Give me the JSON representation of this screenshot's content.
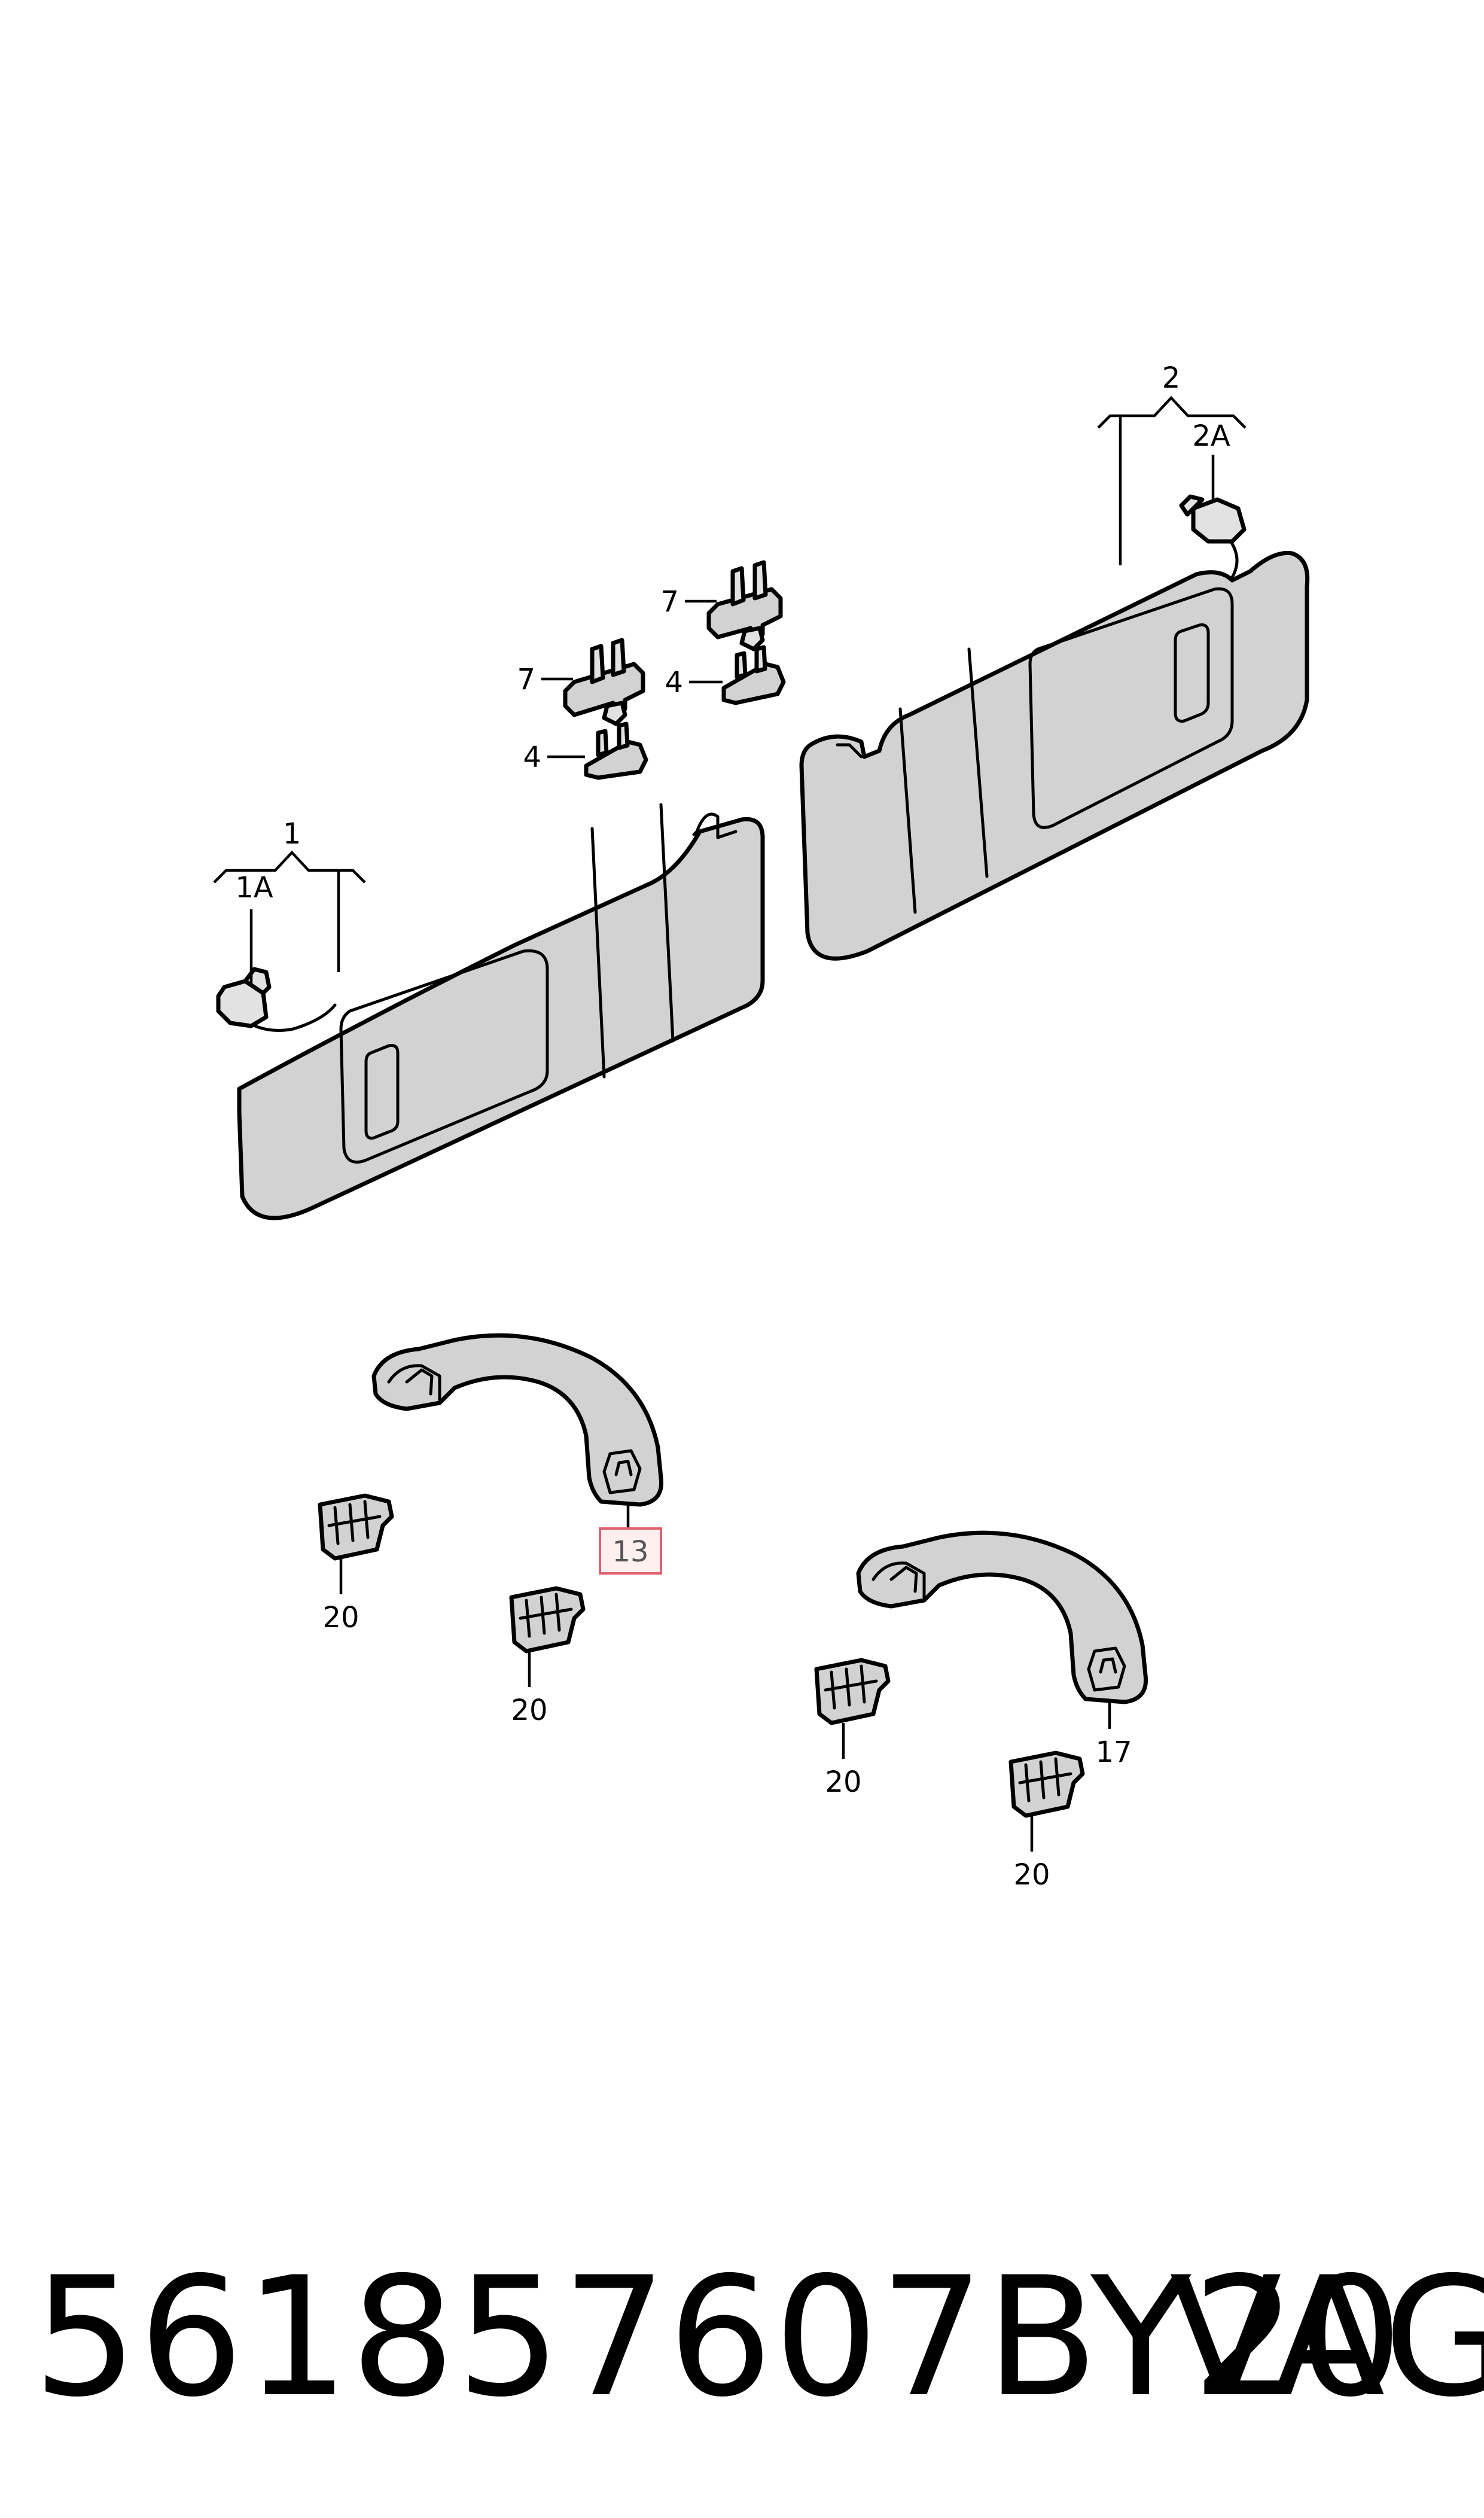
{
  "callouts": {
    "c1": "1",
    "c1a": "1A",
    "c2": "2",
    "c2a": "2A",
    "c4a": "4",
    "c4b": "4",
    "c7a": "7",
    "c7b": "7",
    "c13": "13",
    "c17": "17",
    "c20a": "20",
    "c20b": "20",
    "c20c": "20",
    "c20d": "20"
  },
  "highlighted_callout": "13",
  "footer": {
    "part_number": "561857607BY20",
    "brand": "VAG"
  }
}
